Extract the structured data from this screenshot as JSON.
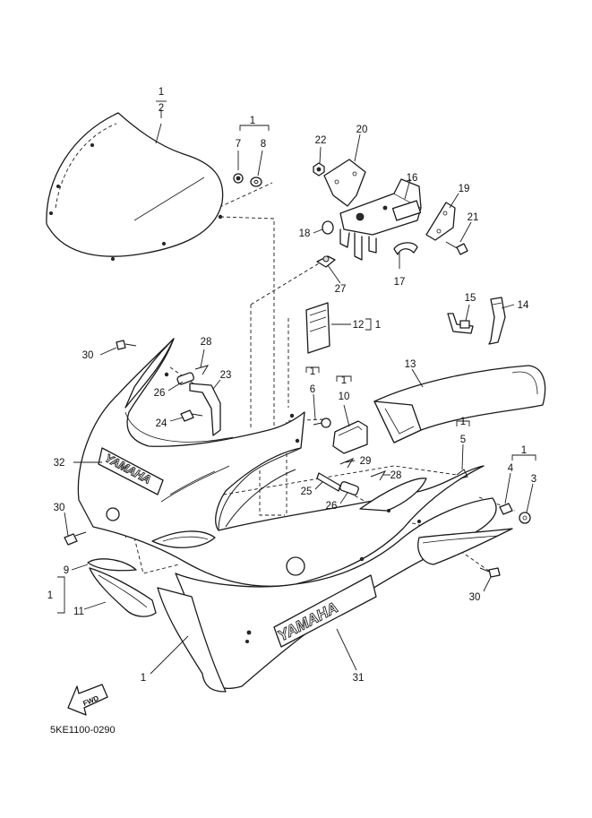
{
  "diagram": {
    "drawing_code": "5KE1100-0290",
    "brand_marking": "YAMAHA",
    "forward_arrow_label": "FWD",
    "callouts": {
      "c1_top": "1",
      "c2": "2",
      "c1_b": "1",
      "c7": "7",
      "c8": "8",
      "c22": "22",
      "c20": "20",
      "c16": "16",
      "c19": "19",
      "c21": "21",
      "c18": "18",
      "c17": "17",
      "c27": "27",
      "c12": "12",
      "c1_c": "1",
      "c15": "15",
      "c14": "14",
      "c30_a": "30",
      "c28_a": "28",
      "c23": "23",
      "c26_a": "26",
      "c24": "24",
      "c1_d": "1",
      "c6": "6",
      "c1_e": "1",
      "c10": "10",
      "c13": "13",
      "c32": "32",
      "c1_f": "1",
      "c5": "5",
      "c1_g": "1",
      "c4": "4",
      "c3": "3",
      "c29": "29",
      "c28_b": "28",
      "c25": "25",
      "c26_b": "26",
      "c30_b": "30",
      "c9": "9",
      "c1_h": "1",
      "c11": "11",
      "c30_c": "30",
      "c1_i": "1",
      "c31": "31"
    }
  }
}
